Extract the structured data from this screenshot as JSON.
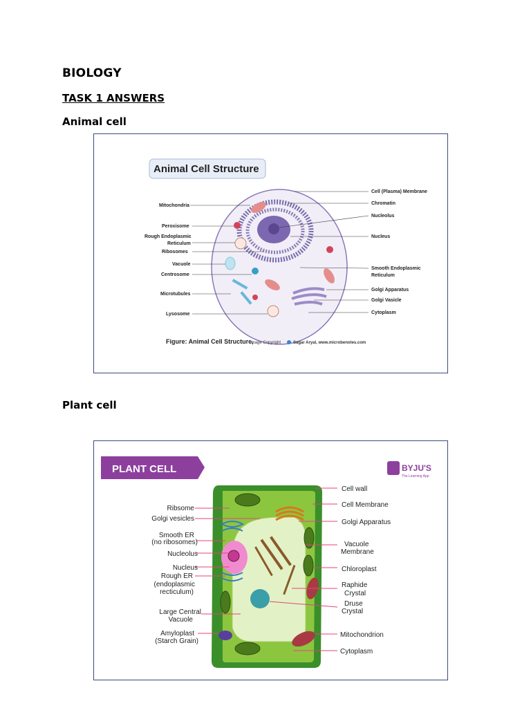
{
  "document": {
    "title": "BIOLOGY",
    "task_heading": "TASK 1 ANSWERS",
    "animal_heading": "Animal cell",
    "plant_heading": "Plant cell"
  },
  "animal_figure": {
    "title": "Animal Cell Structure",
    "caption_bold": "Figure: Animal Cell Structure,",
    "caption_small": "Image Copyright",
    "caption_credit": "Sagar Aryal, www.microbenotes.com",
    "labels_left": [
      "Mitochondria",
      "Peroxisome",
      "Rough Endoplasmic",
      "Reticulum",
      "Ribosomes",
      "Vacuole",
      "Centrosome",
      "Microtubules",
      "Lysosome"
    ],
    "labels_right": [
      "Cell (Plasma) Membrane",
      "Chromatin",
      "Nucleolus",
      "Nucleus",
      "Smooth Endoplasmic",
      "Reticulum",
      "Golgi Apparatus",
      "Golgi Vasicle",
      "Cytoplasm"
    ],
    "colors": {
      "membrane": "#8a78b8",
      "cytoplasm": "#f1eef8",
      "nucleus": "#7b68b0",
      "mitochondria": "#e58c8c"
    }
  },
  "plant_figure": {
    "title": "PLANT CELL",
    "brand": "BYJU'S",
    "brand_sub": "The Learning App",
    "labels_left": [
      "Ribsome",
      "Golgi vesicles",
      "Smooth ER",
      "(no ribosomes)",
      "Nucleolus",
      "Nucleus",
      "Rough ER",
      "(endoplasmic",
      "recticulum)",
      "Large Central",
      "Vacuole",
      "Amyloplast",
      "(Starch Grain)"
    ],
    "labels_right": [
      "Cell wall",
      "Cell Membrane",
      "Golgi Apparatus",
      "Vacuole",
      "Membrane",
      "Chloroplast",
      "Raphide",
      "Crystal",
      "Druse",
      "Crystal",
      "Mitochondrion",
      "Cytoplasm"
    ],
    "colors": {
      "banner": "#8d3f9e",
      "wall": "#3a8f2a",
      "cytoplasm": "#8cc63f",
      "vacuole": "#e3f2c6",
      "arrow": "#e0457b"
    }
  }
}
